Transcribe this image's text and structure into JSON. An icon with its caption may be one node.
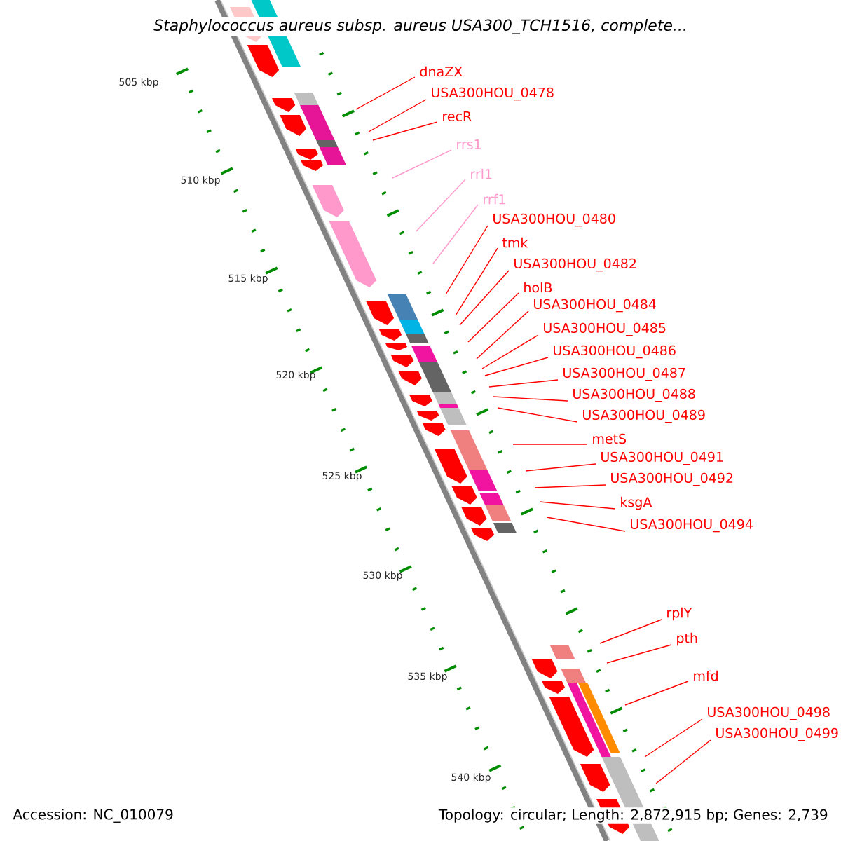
{
  "diagram": {
    "title": "*Staphylococcus aureus subsp. aureus USA300_TCH1516, complete...*",
    "nodes": [
      {
        "text": [
          "dnaZX"
        ]
      },
      {
        "text": [
          "USA300HOU_0478"
        ]
      },
      {
        "text": [
          "recR"
        ]
      },
      {
        "text": [
          "rrs1"
        ]
      },
      {
        "text": [
          "rrl1"
        ]
      },
      {
        "text": [
          "rrf1"
        ]
      },
      {
        "text": [
          "USA300HOU_0480"
        ]
      },
      {
        "text": [
          "tmk"
        ]
      },
      {
        "text": [
          "USA300HOU_0482"
        ]
      },
      {
        "text": [
          "holB"
        ]
      },
      {
        "text": [
          "USA300HOU_0484"
        ]
      },
      {
        "text": [
          "USA300HOU_0485"
        ]
      },
      {
        "text": [
          "USA300HOU_0486"
        ]
      },
      {
        "text": [
          "USA300HOU_0487"
        ]
      },
      {
        "text": [
          "USA300HOU_0488"
        ]
      },
      {
        "text": [
          "USA300HOU_0489"
        ]
      },
      {
        "text": [
          "metS"
        ]
      },
      {
        "text": [
          "USA300HOU_0491"
        ]
      },
      {
        "text": [
          "USA300HOU_0492"
        ]
      },
      {
        "text": [
          "ksgA"
        ]
      },
      {
        "text": [
          "USA300HOU_0494"
        ]
      },
      {
        "text": [
          "rplY"
        ]
      },
      {
        "text": [
          "pth"
        ]
      },
      {
        "text": [
          "mfd"
        ]
      },
      {
        "text": [
          "USA300HOU_0498"
        ]
      },
      {
        "text": [
          "USA300HOU_0499"
        ]
      }
    ],
    "edges": [
      {
        "from": 0,
        "to": null,
        "arrow": "none"
      },
      {
        "from": 1,
        "to": null,
        "arrow": "none"
      },
      {
        "from": 2,
        "to": null,
        "arrow": "none"
      },
      {
        "from": 3,
        "to": null,
        "arrow": "none",
        "color": "#ff99cc"
      },
      {
        "from": 4,
        "to": null,
        "arrow": "none",
        "color": "#ff99cc"
      },
      {
        "from": 5,
        "to": null,
        "arrow": "none",
        "color": "#ff99cc"
      },
      {
        "from": 6,
        "to": null,
        "arrow": "none"
      },
      {
        "from": 7,
        "to": null,
        "arrow": "none"
      },
      {
        "from": 8,
        "to": null,
        "arrow": "none"
      },
      {
        "from": 9,
        "to": null,
        "arrow": "none"
      },
      {
        "from": 10,
        "to": null,
        "arrow": "none"
      },
      {
        "from": 11,
        "to": null,
        "arrow": "none"
      },
      {
        "from": 12,
        "to": null,
        "arrow": "none"
      },
      {
        "from": 13,
        "to": null,
        "arrow": "none"
      },
      {
        "from": 14,
        "to": null,
        "arrow": "none"
      },
      {
        "from": 15,
        "to": null,
        "arrow": "none"
      },
      {
        "from": 16,
        "to": null,
        "arrow": "none"
      },
      {
        "from": 17,
        "to": null,
        "arrow": "none"
      },
      {
        "from": 18,
        "to": null,
        "arrow": "none"
      },
      {
        "from": 19,
        "to": null,
        "arrow": "none"
      },
      {
        "from": 20,
        "to": null,
        "arrow": "none"
      },
      {
        "from": 21,
        "to": null,
        "arrow": "none"
      },
      {
        "from": 22,
        "to": null,
        "arrow": "none"
      },
      {
        "from": 23,
        "to": null,
        "arrow": "none"
      },
      {
        "from": 24,
        "to": null,
        "arrow": "none"
      },
      {
        "from": 25,
        "to": null,
        "arrow": "none"
      }
    ],
    "labels": [
      "505 kbp",
      "510 kbp",
      "515 kbp",
      "520 kbp",
      "525 kbp",
      "530 kbp",
      "535 kbp",
      "540 kbp",
      "Accession: NC_010079",
      "Topology: circular; Length: 2,872,915 bp; Genes: 2,739"
    ]
  }
}
